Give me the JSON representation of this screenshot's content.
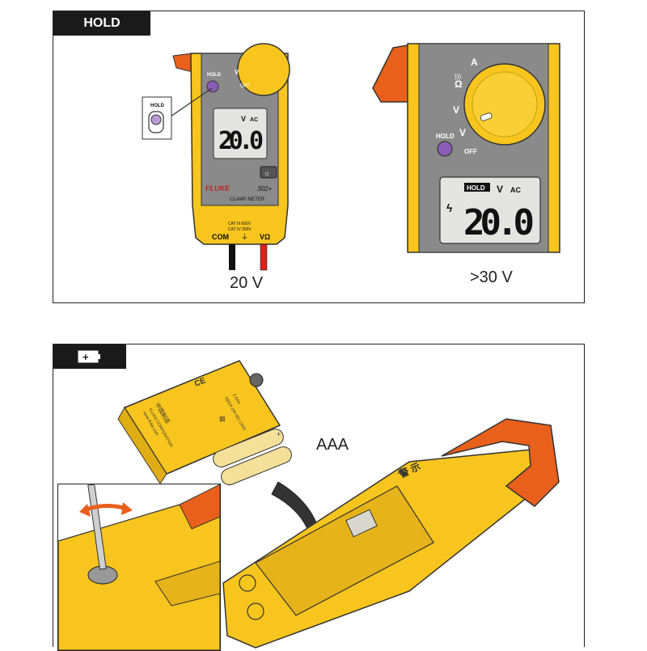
{
  "hold_panel": {
    "tag_label": "HOLD",
    "meter": {
      "brand": "FLUKE",
      "model": "302+",
      "subtitle": "CLAMP METER",
      "hold_label": "HOLD",
      "hold_callout_label": "HOLD",
      "v_label": "V",
      "off_label": "OFF",
      "display_unit": "V",
      "display_mode": "AC",
      "display_reading": "20.0",
      "cat_line1": "CAT III 600V",
      "cat_line2": "CAT IV 300V",
      "com_label": "COM",
      "vohm_label": "VΩ"
    },
    "left_caption": "20 V",
    "zoom": {
      "a_label": "A",
      "ohm_label": "Ω",
      "vdc_label": "V",
      "vac_label": "V",
      "hold_label": "HOLD",
      "off_label": "OFF",
      "hold_indicator": "HOLD",
      "display_unit": "V",
      "display_mode": "AC",
      "display_reading": "20.0",
      "warning_symbol": "ϟ"
    },
    "right_caption": ">30 V"
  },
  "battery_panel": {
    "tag_label": "+",
    "cover": {
      "ce_mark": "CE",
      "battery_text": "2 AAA",
      "neda_text": "NEDA 24A  IEC LR03",
      "china_text": "中国制造",
      "corp_text": "FLUKE CORPORATION",
      "web_text": "www.fluke.com"
    },
    "battery_label": "AAA",
    "body_text": {
      "warning_title": "警 示",
      "plus": "+",
      "minus": "−"
    }
  },
  "colors": {
    "yellow": "#f7c51e",
    "orange": "#e8601c",
    "gray": "#8a8a8a",
    "lcd": "#e4e4e0",
    "purple": "#8a5cb5",
    "dark": "#1a1a1a"
  }
}
